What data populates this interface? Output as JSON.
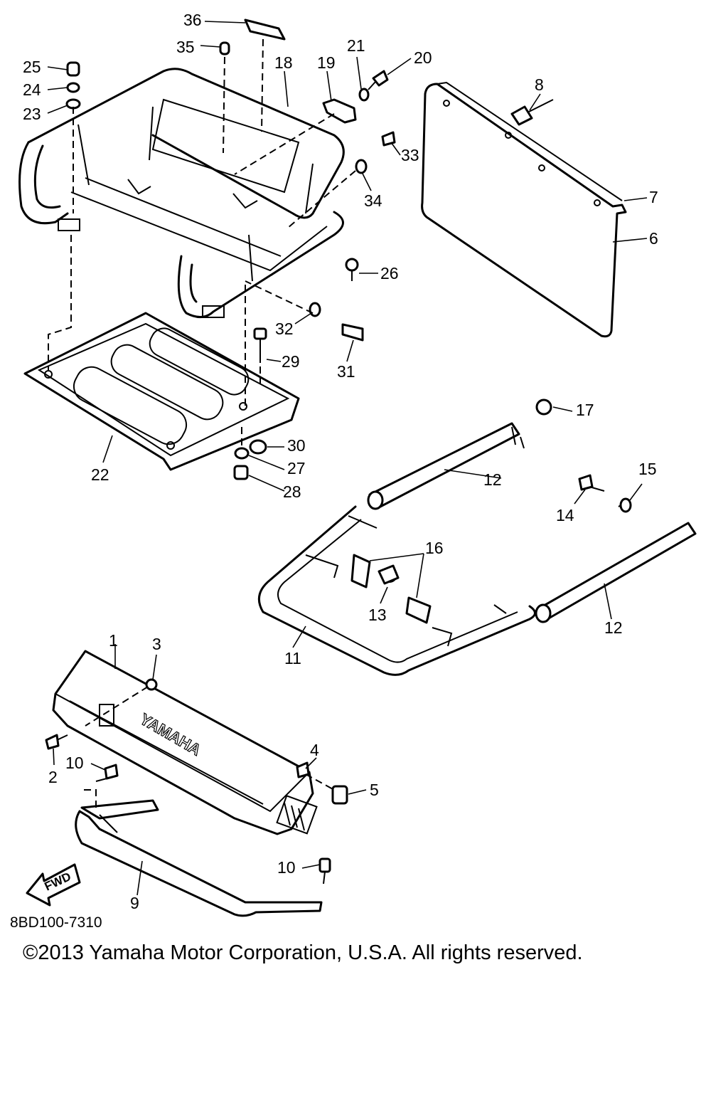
{
  "diagram": {
    "code": "8BD100-7310",
    "copyright": "©2013 Yamaha Motor Corporation, U.S.A. All rights reserved.",
    "brand_text": "YAMAHA",
    "arrow_text": "FWD",
    "callouts": [
      "1",
      "2",
      "3",
      "4",
      "5",
      "6",
      "7",
      "8",
      "9",
      "10",
      "10",
      "11",
      "12",
      "12",
      "13",
      "14",
      "15",
      "16",
      "17",
      "18",
      "19",
      "20",
      "21",
      "22",
      "23",
      "24",
      "25",
      "26",
      "27",
      "28",
      "29",
      "30",
      "31",
      "32",
      "33",
      "34",
      "35",
      "36"
    ]
  }
}
